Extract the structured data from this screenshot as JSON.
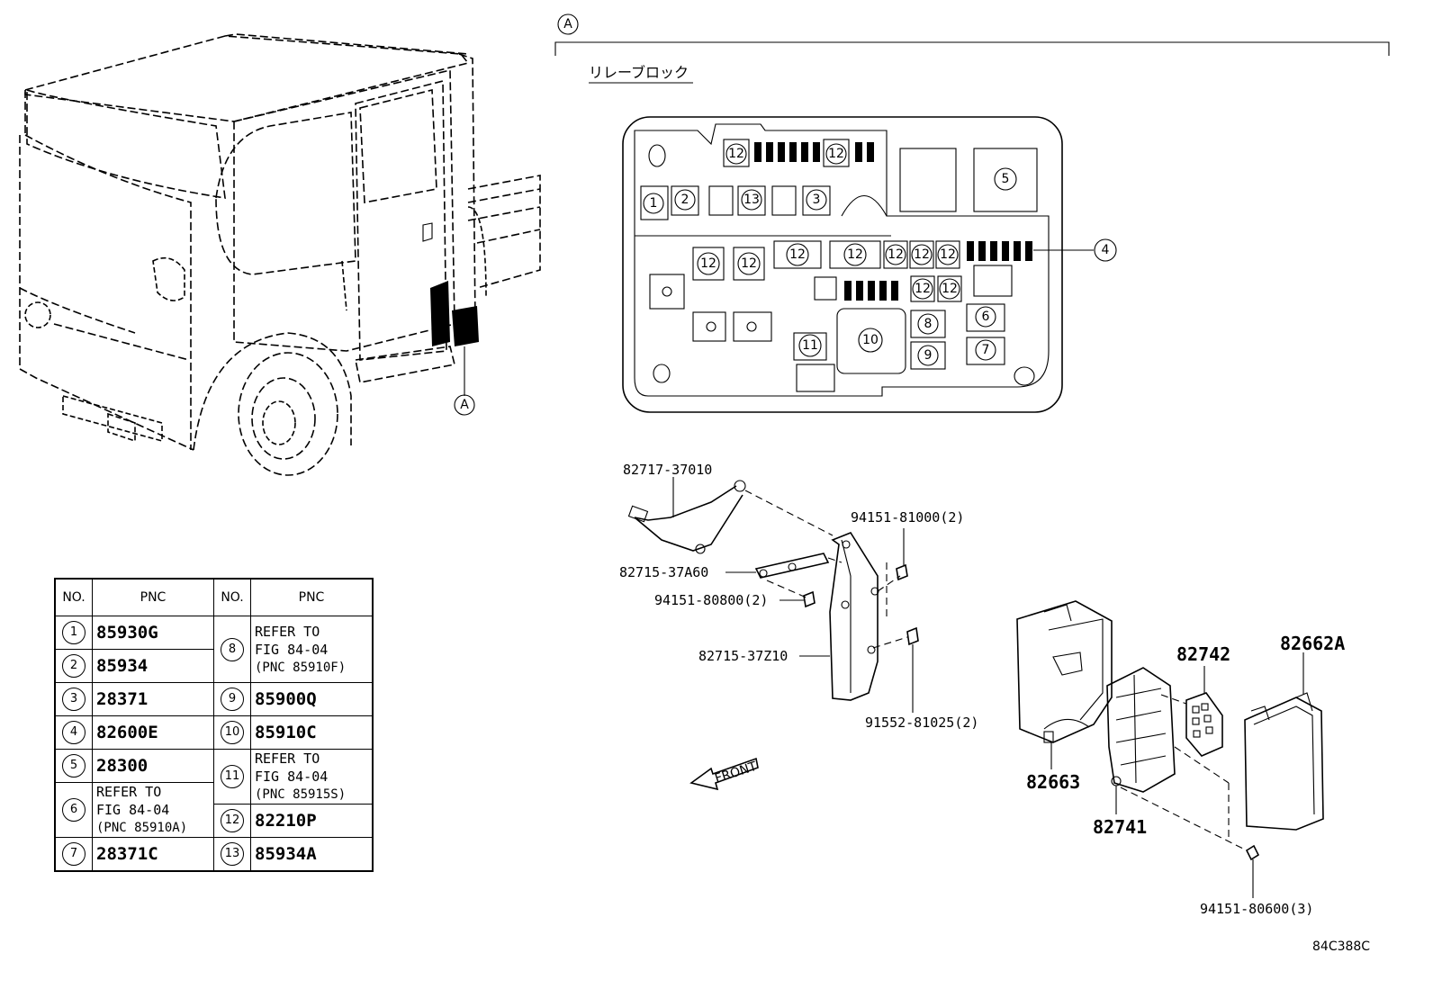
{
  "section_marker": "A",
  "relay_block_title": "リレーブロック",
  "callout_labels": [
    "1",
    "2",
    "3",
    "4",
    "5",
    "6",
    "7",
    "8",
    "9",
    "10",
    "11",
    "12",
    "13"
  ],
  "parts": {
    "p1": "82717-37010",
    "p2": "82715-37A60",
    "p3": "94151-80800(2)",
    "p4": "82715-37Z10",
    "p5": "94151-81000(2)",
    "p6": "91552-81025(2)",
    "p7": "82663",
    "p8": "82741",
    "p9": "82742",
    "p10": "82662A",
    "p11": "94151-80600(3)"
  },
  "front_label": "FRONT",
  "figure_code": "84C388C",
  "table": {
    "headers": [
      "NO.",
      "PNC",
      "NO.",
      "PNC"
    ],
    "left": [
      {
        "no": "1",
        "pnc": "85930G"
      },
      {
        "no": "2",
        "pnc": "85934"
      },
      {
        "no": "3",
        "pnc": "28371"
      },
      {
        "no": "4",
        "pnc": "82600E"
      },
      {
        "no": "5",
        "pnc": "28300"
      },
      {
        "no": "6",
        "ref1": "REFER TO",
        "ref2": "FIG 84-04",
        "ref3": "(PNC 85910A)"
      },
      {
        "no": "7",
        "pnc": "28371C"
      }
    ],
    "right": [
      {
        "no": "8",
        "ref1": "REFER TO",
        "ref2": "FIG 84-04",
        "ref3": "(PNC 85910F)"
      },
      {
        "no": "9",
        "pnc": "85900Q"
      },
      {
        "no": "10",
        "pnc": "85910C"
      },
      {
        "no": "11",
        "ref1": "REFER TO",
        "ref2": "FIG 84-04",
        "ref3": "(PNC 85915S)"
      },
      {
        "no": "12",
        "pnc": "82210P"
      },
      {
        "no": "13",
        "pnc": "85934A"
      }
    ]
  }
}
